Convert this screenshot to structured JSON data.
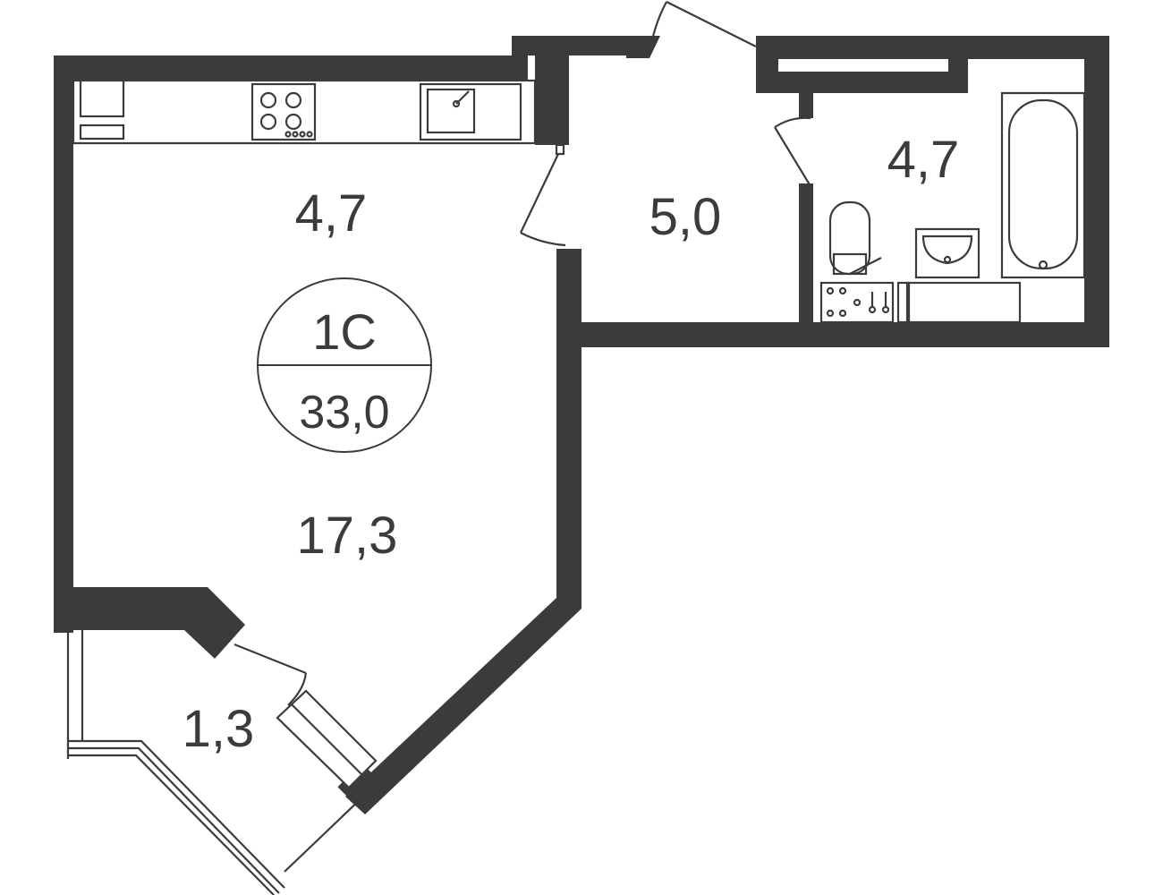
{
  "colors": {
    "wall": "#3b3b3d",
    "background": "#ffffff"
  },
  "apartment": {
    "type": "1С",
    "total_area": "33,0"
  },
  "rooms": {
    "kitchen": "4,7",
    "hall": "5,0",
    "bathroom": "4,7",
    "living": "17,3",
    "balcony": "1,3"
  }
}
